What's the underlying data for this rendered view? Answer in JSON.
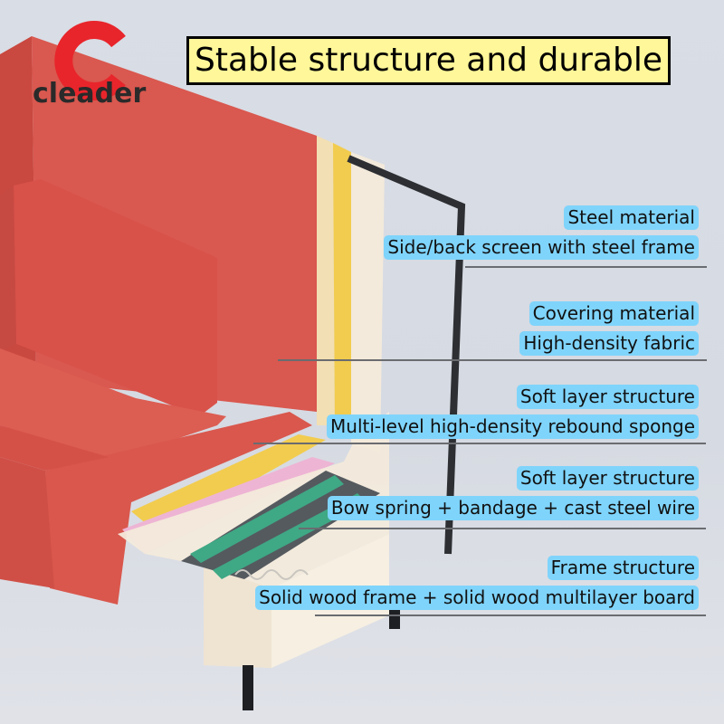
{
  "brand": {
    "logo_icon": "c-letter-logo",
    "name": "cleader",
    "accent_color": "#e8252b"
  },
  "title": "Stable structure and durable",
  "colors": {
    "title_bg": "#fff799",
    "label_bg": "#7fd4fb",
    "fabric": "#d9584f",
    "foam_yellow": "#f2cc4e",
    "foam_pink": "#eeb4d4",
    "bandage_green": "#3fa885",
    "wood": "#f3eadb",
    "steel": "#2d2f33"
  },
  "callouts": [
    {
      "heading": "Steel material",
      "detail": "Side/back screen with steel frame"
    },
    {
      "heading": "Covering material",
      "detail": "High-density fabric"
    },
    {
      "heading": "Soft layer structure",
      "detail": "Multi-level high-density rebound sponge"
    },
    {
      "heading": "Soft layer structure",
      "detail": "Bow spring + bandage + cast steel wire"
    },
    {
      "heading": "Frame structure",
      "detail": "Solid wood frame + solid wood multilayer board"
    }
  ]
}
